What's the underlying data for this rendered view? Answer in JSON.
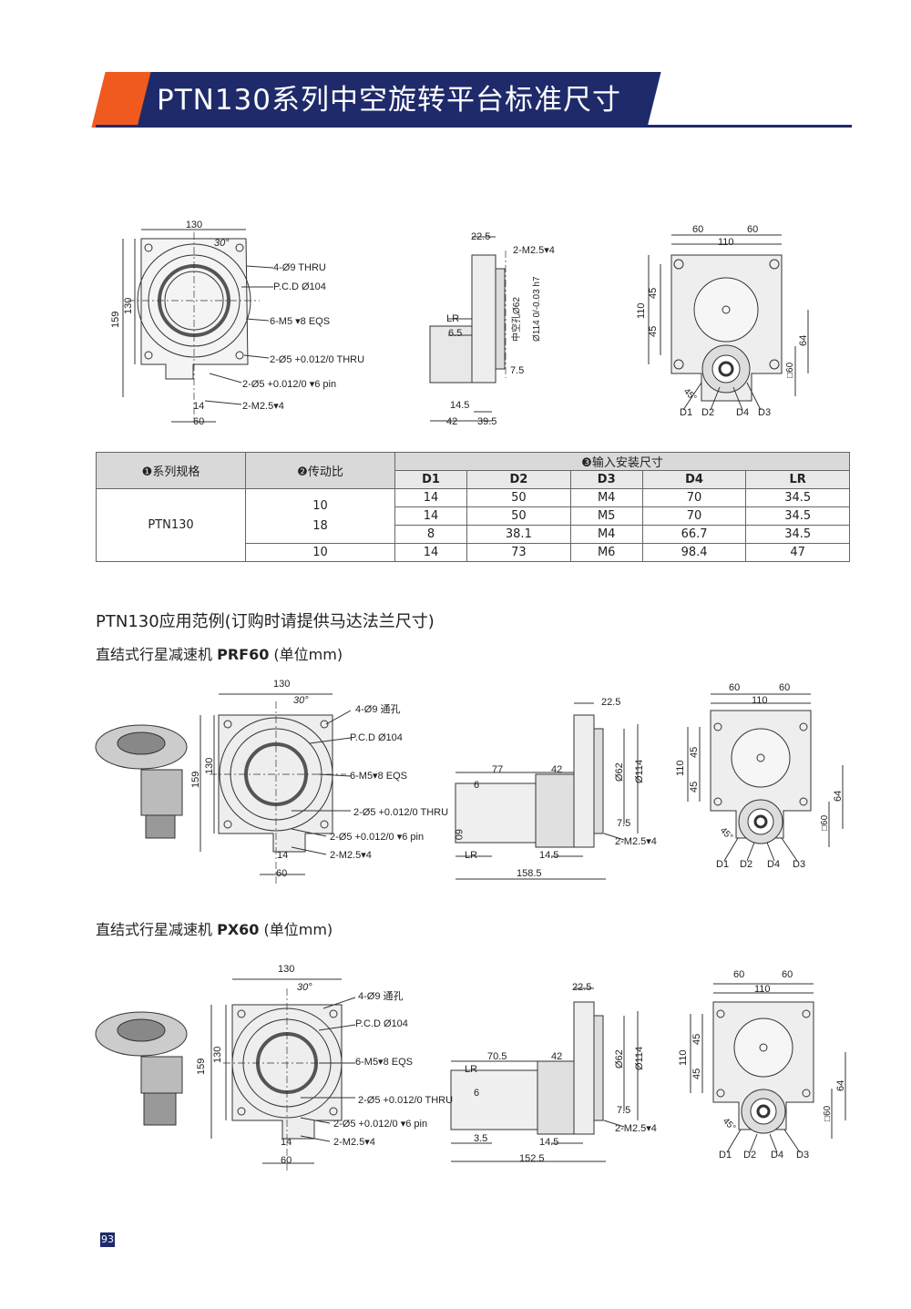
{
  "header": {
    "title": "PTN130系列中空旋转平台标准尺寸"
  },
  "top_drawings": {
    "front": {
      "d130": "130",
      "d30": "30°",
      "d159": "159",
      "d130v": "130",
      "thru": "4-Ø9 THRU",
      "pcd": "P.C.D Ø104",
      "m5": "6-M5 ▾8 EQS",
      "pin1": "2-Ø5 +0.012/0 THRU",
      "pin2": "2-Ø5 +0.012/0 ▾6 pin",
      "m25": "2-M2.5▾4",
      "d14": "14",
      "d60": "60"
    },
    "side": {
      "d225": "22.5",
      "m254": "2-M2.5▾4",
      "hole": "中空孔Ø62",
      "d114": "Ø114 0/-0.03 h7",
      "lr": "LR",
      "d65": "6.5",
      "d75": "7.5",
      "d145": "14.5",
      "d42": "42",
      "d395": "39.5"
    },
    "back": {
      "d60a": "60",
      "d60b": "60",
      "d110": "110",
      "d45a": "45",
      "d45b": "45",
      "d110v": "110",
      "d64": "64",
      "sq60": "□60",
      "deg": "45°",
      "D1": "D1",
      "D2": "D2",
      "D4": "D4",
      "D3": "D3"
    }
  },
  "table": {
    "h1": "❶系列规格",
    "h2": "❷传动比",
    "h3": "❸输入安装尺寸",
    "cols": [
      "D1",
      "D2",
      "D3",
      "D4",
      "LR"
    ],
    "model": "PTN130",
    "ratio1": "10",
    "ratio2": "18",
    "ratio3": "10",
    "rows": [
      [
        "14",
        "50",
        "M4",
        "70",
        "34.5"
      ],
      [
        "14",
        "50",
        "M5",
        "70",
        "34.5"
      ],
      [
        "8",
        "38.1",
        "M4",
        "66.7",
        "34.5"
      ],
      [
        "14",
        "73",
        "M6",
        "98.4",
        "47"
      ]
    ]
  },
  "section": {
    "title": "PTN130应用范例(订购时请提供马达法兰尺寸)"
  },
  "ex1": {
    "caption_pre": "直结式行星减速机 ",
    "caption_bold": "PRF60",
    "caption_post": " (单位mm)",
    "front": {
      "d130": "130",
      "d30": "30°",
      "d159": "159",
      "d130v": "130",
      "thru": "4-Ø9 通孔",
      "pcd": "P.C.D Ø104",
      "m5": "6-M5▾8 EQS",
      "pin1": "2-Ø5 +0.012/0 THRU",
      "pin2": "2-Ø5 +0.012/0 ▾6 pin",
      "m25": "2-M2.5▾4",
      "d14": "14",
      "d60": "60"
    },
    "side": {
      "d225": "22.5",
      "d77": "77",
      "d42": "42",
      "d6": "6",
      "d62": "Ø62",
      "d114": "Ø114",
      "d60": "60",
      "d75": "7.5",
      "m25": "2-M2.5▾4",
      "lr": "LR",
      "d145": "14.5",
      "total": "158.5"
    },
    "back": {
      "d60a": "60",
      "d60b": "60",
      "d110": "110",
      "d45a": "45",
      "d45b": "45",
      "d110v": "110",
      "d64": "64",
      "sq60": "□60",
      "deg": "45°",
      "D1": "D1",
      "D2": "D2",
      "D4": "D4",
      "D3": "D3"
    }
  },
  "ex2": {
    "caption_pre": "直结式行星减速机 ",
    "caption_bold": "PX60",
    "caption_post": " (单位mm)",
    "front": {
      "d130": "130",
      "d30": "30°",
      "d159": "159",
      "d130v": "130",
      "thru": "4-Ø9 通孔",
      "pcd": "P.C.D Ø104",
      "m5": "6-M5▾8 EQS",
      "pin1": "2-Ø5 +0.012/0 THRU",
      "pin2": "2-Ø5 +0.012/0 ▾6 pin",
      "m25": "2-M2.5▾4",
      "d14": "14",
      "d60": "60"
    },
    "side": {
      "d225": "22.5",
      "d705": "70.5",
      "d42": "42",
      "d6": "6",
      "d62": "Ø62",
      "d114": "Ø114",
      "d75": "7.5",
      "m25": "2-M2.5▾4",
      "lr": "LR",
      "d35": "3.5",
      "d145": "14.5",
      "total": "152.5"
    },
    "back": {
      "d60a": "60",
      "d60b": "60",
      "d110": "110",
      "d45a": "45",
      "d45b": "45",
      "d110v": "110",
      "d64": "64",
      "sq60": "□60",
      "deg": "45°",
      "D1": "D1",
      "D2": "D2",
      "D4": "D4",
      "D3": "D3"
    }
  },
  "page": {
    "number": "93"
  }
}
